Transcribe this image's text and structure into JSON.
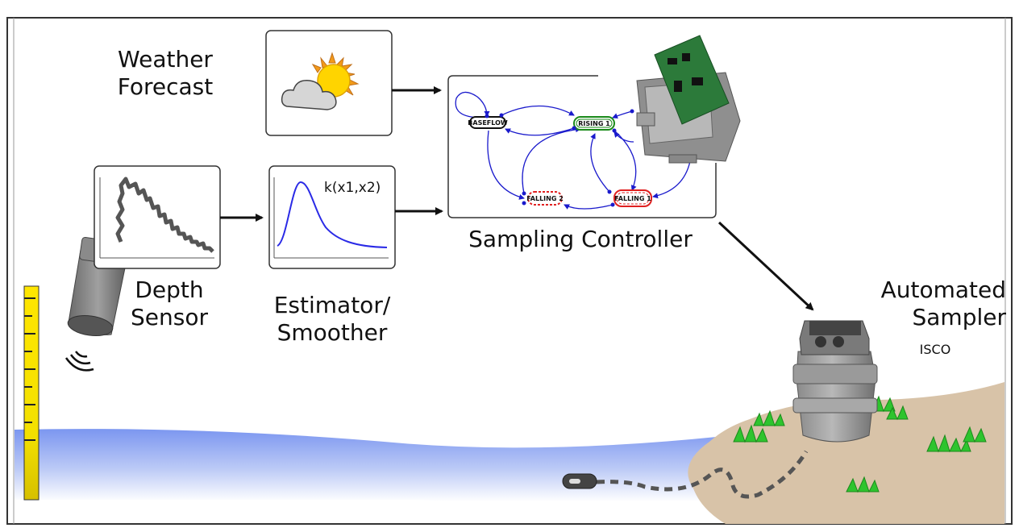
{
  "labels": {
    "weather": "Weather\nForecast",
    "depth_sensor": "Depth\nSensor",
    "estimator": "Estimator/\nSmoother",
    "estimator_formula": "k(x1,x2)",
    "sampling_controller": "Sampling Controller",
    "automated_sampler": "Automated\nSampler",
    "sampler_model": "ISCO"
  },
  "states": {
    "baseflow": "BASEFLOW",
    "rising1": "RISING 1",
    "falling2": "FALLING 2",
    "falling1": "FALLING 1"
  },
  "colors": {
    "frame": "#333333",
    "water": "#7b96f0",
    "sand": "#d8c3a8",
    "grass": "#2ec42e",
    "arrow": "#111111",
    "state_arrow": "#1a1acc",
    "rising": "#1a8a1a",
    "falling": "#e02020",
    "gauge": "#ffe600"
  }
}
